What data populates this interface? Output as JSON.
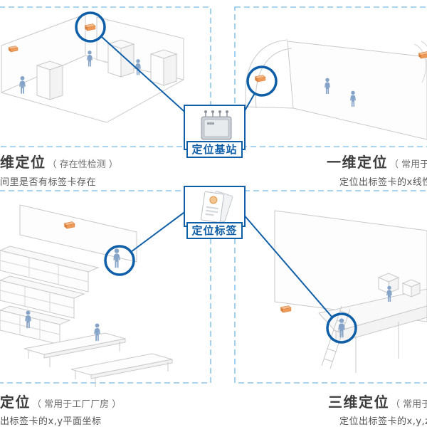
{
  "colors": {
    "accent_blue": "#0f5fa8",
    "dashed_border_blue": "#8ec6ea",
    "sensor_orange": "#ef9a57",
    "person_blue": "#85a4c8",
    "line_gray": "#c9c9c9",
    "title_text": "#3d3d3d",
    "body_text": "#565656"
  },
  "icons": {
    "base_station": "uwb-base-station-icon",
    "tag": "location-tag-card-icon",
    "anchor": "wall-sensor-icon",
    "person": "person-icon"
  },
  "center": {
    "base_station_label": "定位基站",
    "tag_label": "定位标签"
  },
  "quadrants": [
    {
      "id": "zero-dim",
      "name": "维定位",
      "note": "（ 存在性检测 ）",
      "description": "间里是否有标签卡存在"
    },
    {
      "id": "one-dim",
      "name": "一维定位",
      "note": "（ 常用于隧道",
      "description": "定位出标签卡的x线性"
    },
    {
      "id": "two-dim",
      "name": "定位",
      "note": "（ 常用于工厂厂房 ）",
      "description": "出标签卡的x,y平面坐标"
    },
    {
      "id": "three-dim",
      "name": "三维定位",
      "note": "（ 常用于立",
      "description": "定位出标签卡的x,y,z"
    }
  ]
}
